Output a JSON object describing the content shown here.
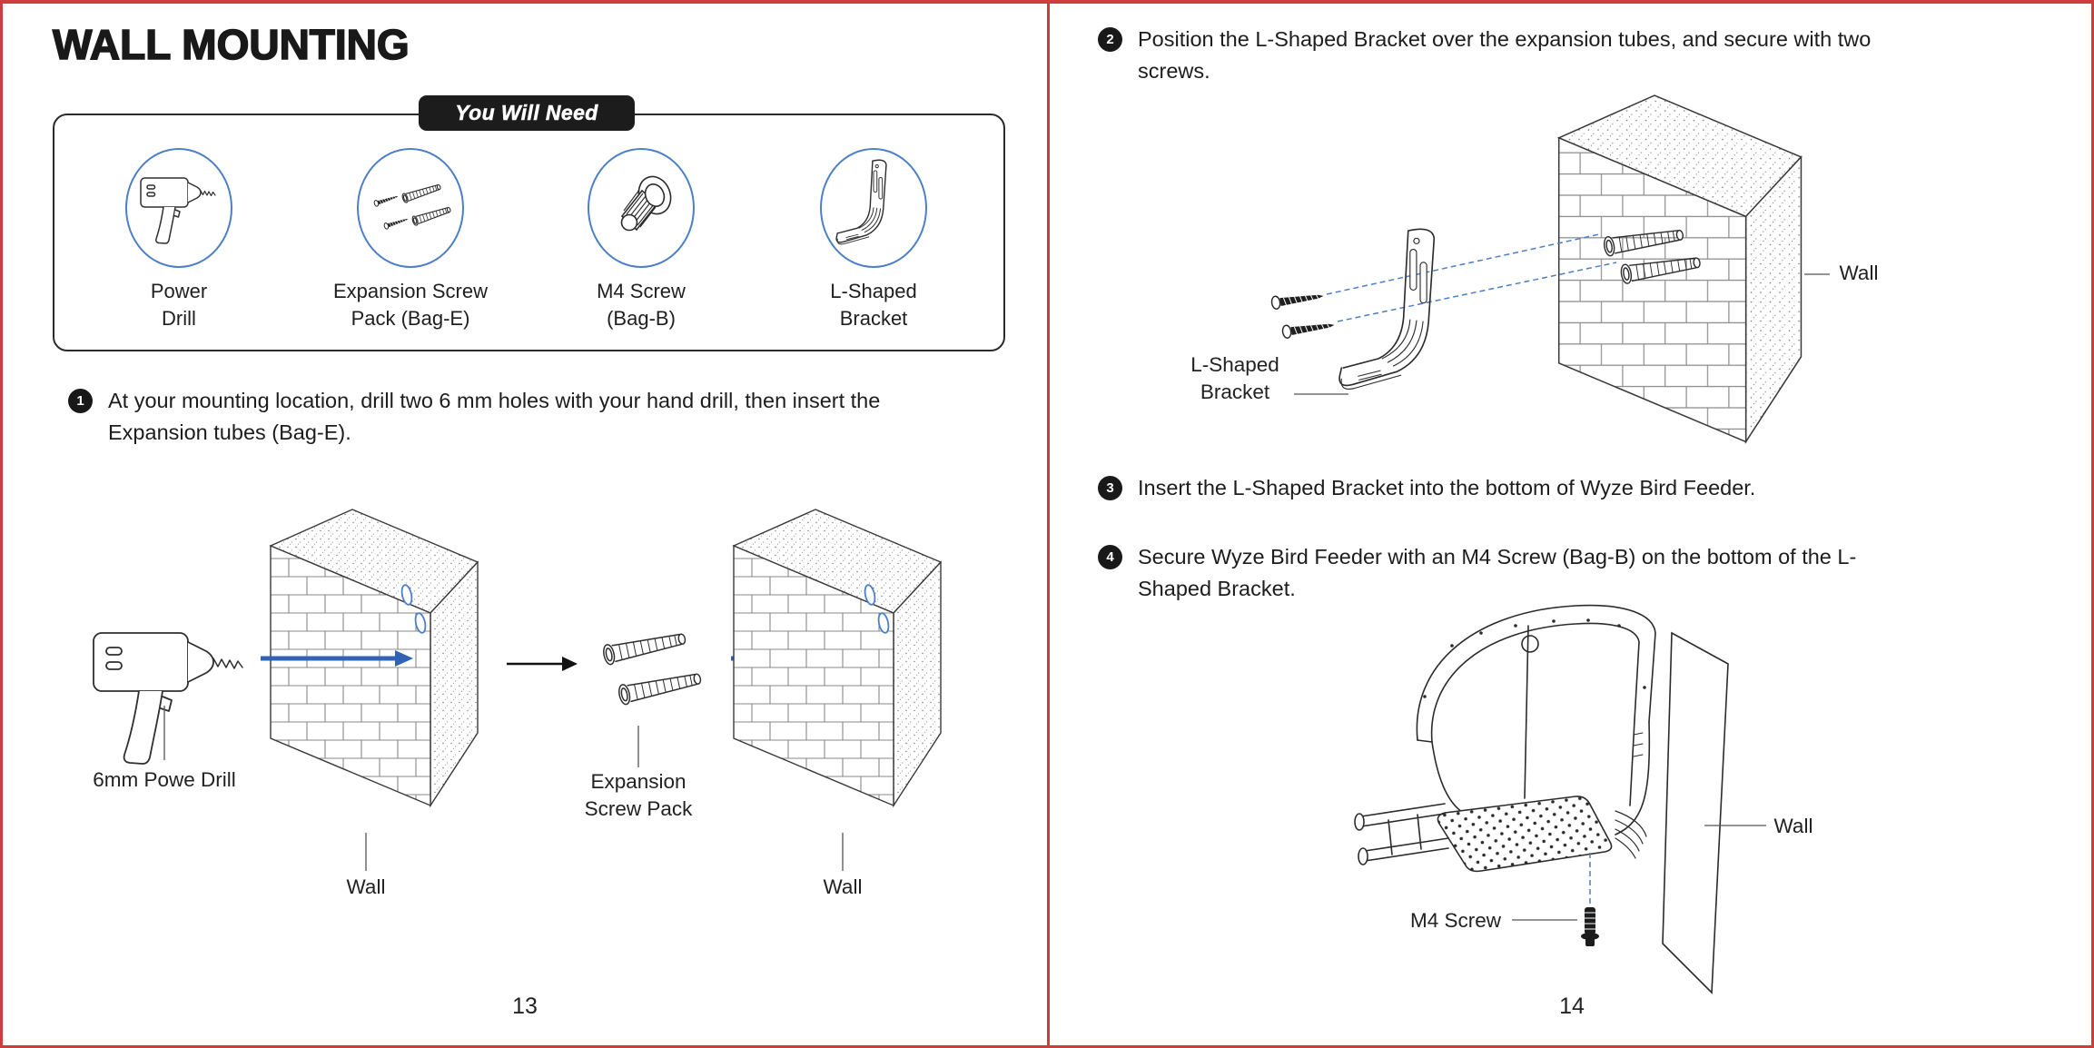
{
  "colors": {
    "frame_red": "#cf3c3c",
    "ink": "#1d1d1d",
    "circle_blue": "#4d7fc6",
    "arrow_blue": "#2f63b8"
  },
  "left_page": {
    "title": "WALL MOUNTING",
    "you_will_need": "You Will Need",
    "toolkit": [
      {
        "icon": "power-drill-icon",
        "label_line1": "Power",
        "label_line2": "Drill"
      },
      {
        "icon": "expansion-screw-pack-icon",
        "label_line1": "Expansion Screw",
        "label_line2": "Pack (Bag-E)"
      },
      {
        "icon": "m4-screw-icon",
        "label_line1": "M4 Screw",
        "label_line2": "(Bag-B)"
      },
      {
        "icon": "l-shaped-bracket-icon",
        "label_line1": "L-Shaped",
        "label_line2": "Bracket"
      }
    ],
    "steps": [
      {
        "number": "1",
        "text": "At your mounting location, drill two 6 mm holes with your hand drill, then insert the Expansion tubes (Bag-E)."
      }
    ],
    "figure1": {
      "drill_label": "6mm Powe Drill",
      "wall_label_left": "Wall",
      "screw_pack_label_line1": "Expansion",
      "screw_pack_label_line2": "Screw Pack",
      "wall_label_right": "Wall"
    },
    "page_number": "13"
  },
  "right_page": {
    "steps": [
      {
        "number": "2",
        "text": "Position the L-Shaped Bracket over the expansion tubes, and secure with two screws."
      },
      {
        "number": "3",
        "text": "Insert the L-Shaped Bracket into the bottom of Wyze Bird Feeder."
      },
      {
        "number": "4",
        "text": "Secure Wyze Bird Feeder with an M4 Screw (Bag-B) on the bottom of the L-Shaped Bracket."
      }
    ],
    "figure2": {
      "bracket_label_line1": "L-Shaped",
      "bracket_label_line2": "Bracket",
      "wall_label": "Wall"
    },
    "figure3": {
      "m4_label": "M4 Screw",
      "wall_label": "Wall"
    },
    "page_number": "14"
  }
}
